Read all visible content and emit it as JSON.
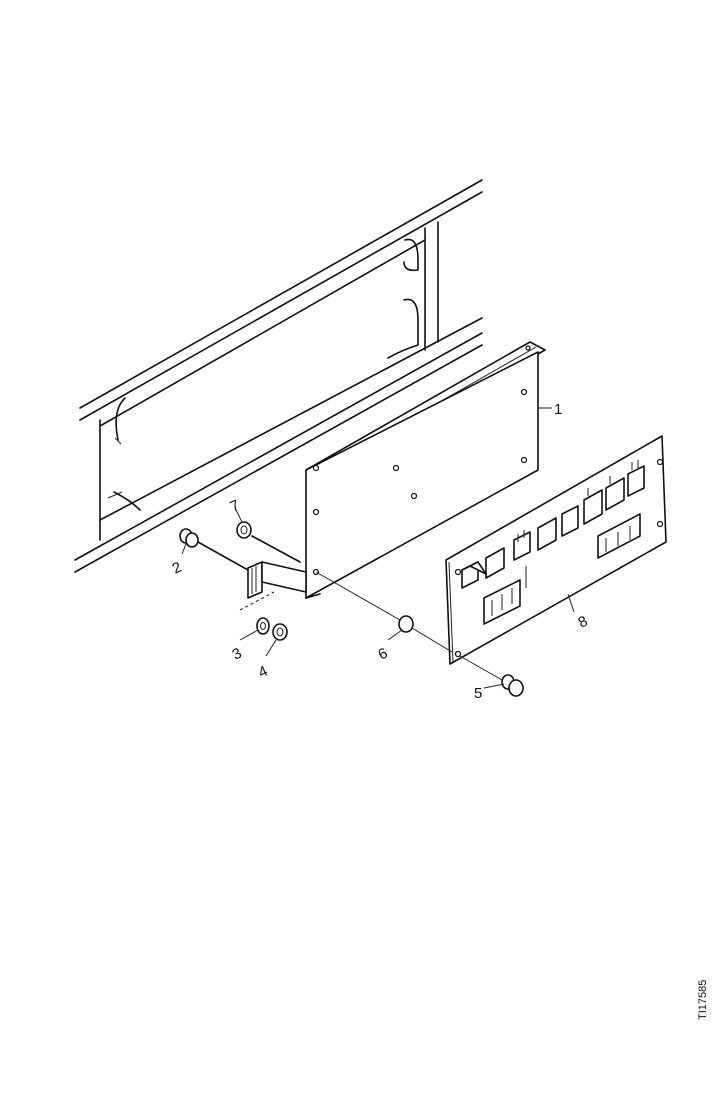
{
  "callouts": {
    "c1": "1",
    "c2": "2",
    "c3": "3",
    "c4": "4",
    "c5": "5",
    "c6": "6",
    "c7": "7",
    "c8": "8"
  },
  "figure_id": "TI17585"
}
